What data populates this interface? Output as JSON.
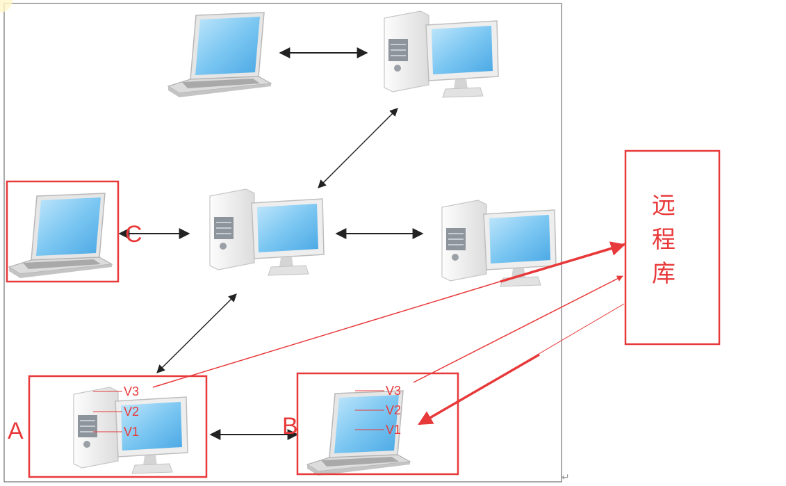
{
  "nodes": {
    "a": {
      "label": "A",
      "versions": [
        "V3",
        "V2",
        "V1"
      ]
    },
    "b": {
      "label": "B",
      "versions": [
        "V3",
        "V2",
        "V1"
      ]
    },
    "c": {
      "label": "C"
    }
  },
  "remote_repo": {
    "chars": [
      "远",
      "程",
      "库"
    ]
  },
  "return_mark": "↵",
  "colors": {
    "accent": "#e8393a",
    "arrow": "#222222",
    "screen": "#7cc7f2",
    "case": "#f3f3f3"
  }
}
